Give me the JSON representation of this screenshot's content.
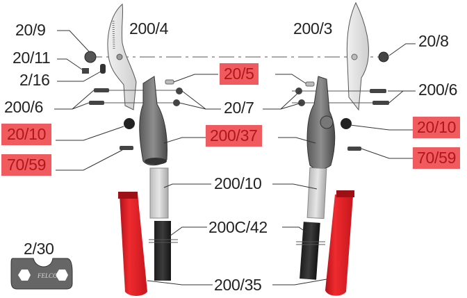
{
  "diagram": {
    "title": "Exploded parts diagram of bypass loppers",
    "brand_mark": "FELCO",
    "highlight_color": "#ef5b5f",
    "highlight_text_color": "#b3151c",
    "handle_color": "#e31e24",
    "labels": [
      {
        "id": "20/9",
        "text": "20/9",
        "highlighted": false
      },
      {
        "id": "200/4",
        "text": "200/4",
        "highlighted": false
      },
      {
        "id": "20/11",
        "text": "20/11",
        "highlighted": false
      },
      {
        "id": "2/16",
        "text": "2/16",
        "highlighted": false
      },
      {
        "id": "200/6-left",
        "text": "200/6",
        "highlighted": false
      },
      {
        "id": "200/3",
        "text": "200/3",
        "highlighted": false
      },
      {
        "id": "20/8",
        "text": "20/8",
        "highlighted": false
      },
      {
        "id": "200/6-right",
        "text": "200/6",
        "highlighted": false
      },
      {
        "id": "20/5",
        "text": "20/5",
        "highlighted": true
      },
      {
        "id": "20/7",
        "text": "20/7",
        "highlighted": false
      },
      {
        "id": "20/10-left",
        "text": "20/10",
        "highlighted": true
      },
      {
        "id": "200/37",
        "text": "200/37",
        "highlighted": true
      },
      {
        "id": "20/10-right",
        "text": "20/10",
        "highlighted": true
      },
      {
        "id": "70/59-left",
        "text": "70/59",
        "highlighted": true
      },
      {
        "id": "70/59-right",
        "text": "70/59",
        "highlighted": true
      },
      {
        "id": "200/10",
        "text": "200/10",
        "highlighted": false
      },
      {
        "id": "200C/42",
        "text": "200C/42",
        "highlighted": false
      },
      {
        "id": "2/30",
        "text": "2/30",
        "highlighted": false
      },
      {
        "id": "200/35",
        "text": "200/35",
        "highlighted": false
      }
    ]
  }
}
